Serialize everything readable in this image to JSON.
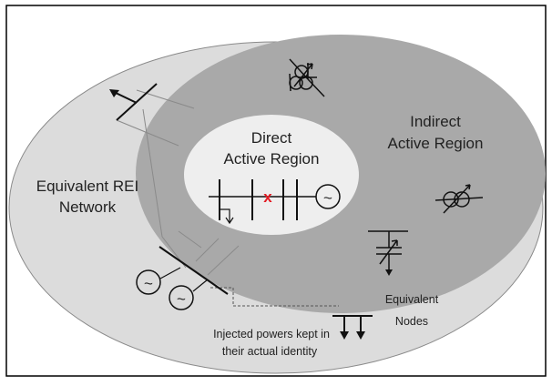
{
  "colors": {
    "outer_region": "#dcdcdc",
    "indirect_region": "#a9a9a9",
    "direct_region": "#eeeeee",
    "symbols": "#111111",
    "fault_marker": "#e31b23",
    "connection_lines": "#8a8a8a"
  },
  "labels": {
    "direct_line1": "Direct",
    "direct_line2": "Active Region",
    "indirect_line1": "Indirect",
    "indirect_line2": "Active Region",
    "equivalent_line1": "Equivalent REI",
    "equivalent_line2": "Network",
    "nodes_line1": "Equivalent",
    "nodes_line2": "Nodes",
    "injected_line1": "Injected powers kept in",
    "injected_line2": "their actual identity",
    "fault_mark": "x"
  },
  "symbols": {
    "generator_glyph": "~",
    "icons": [
      "three-winding-transformer-icon",
      "phase-shifting-transformer-icon",
      "shunt-capacitor-icon",
      "generator-icon",
      "busbar-icon",
      "load-arrow-icon",
      "fault-marker-icon"
    ]
  }
}
